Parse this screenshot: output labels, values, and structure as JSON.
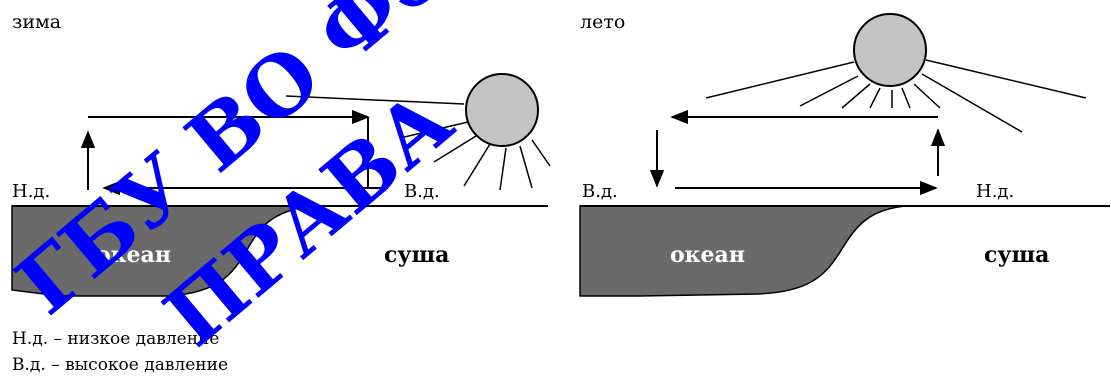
{
  "winter": {
    "season_label": "зима",
    "low_pressure_label": "Н.д.",
    "high_pressure_label": "В.д.",
    "ocean_label": "океан",
    "land_label": "суша"
  },
  "summer": {
    "season_label": "лето",
    "high_pressure_label": "В.д.",
    "low_pressure_label": "Н.д.",
    "ocean_label": "океан",
    "land_label": "суша"
  },
  "legend": {
    "line1": "Н.д. – низкое давление",
    "line2": "В.д. – высокое давление"
  },
  "watermark": {
    "text_line1": "ГБУ ВО ФЭЗ",
    "text_line2": "ПРАВА",
    "color": "#0000ff"
  },
  "colors": {
    "ocean_fill": "#6a6a6a",
    "sun_fill": "#c4c4c4",
    "line": "#000000"
  },
  "icons": {
    "sun": "sun-icon",
    "arrow": "arrow-icon"
  }
}
